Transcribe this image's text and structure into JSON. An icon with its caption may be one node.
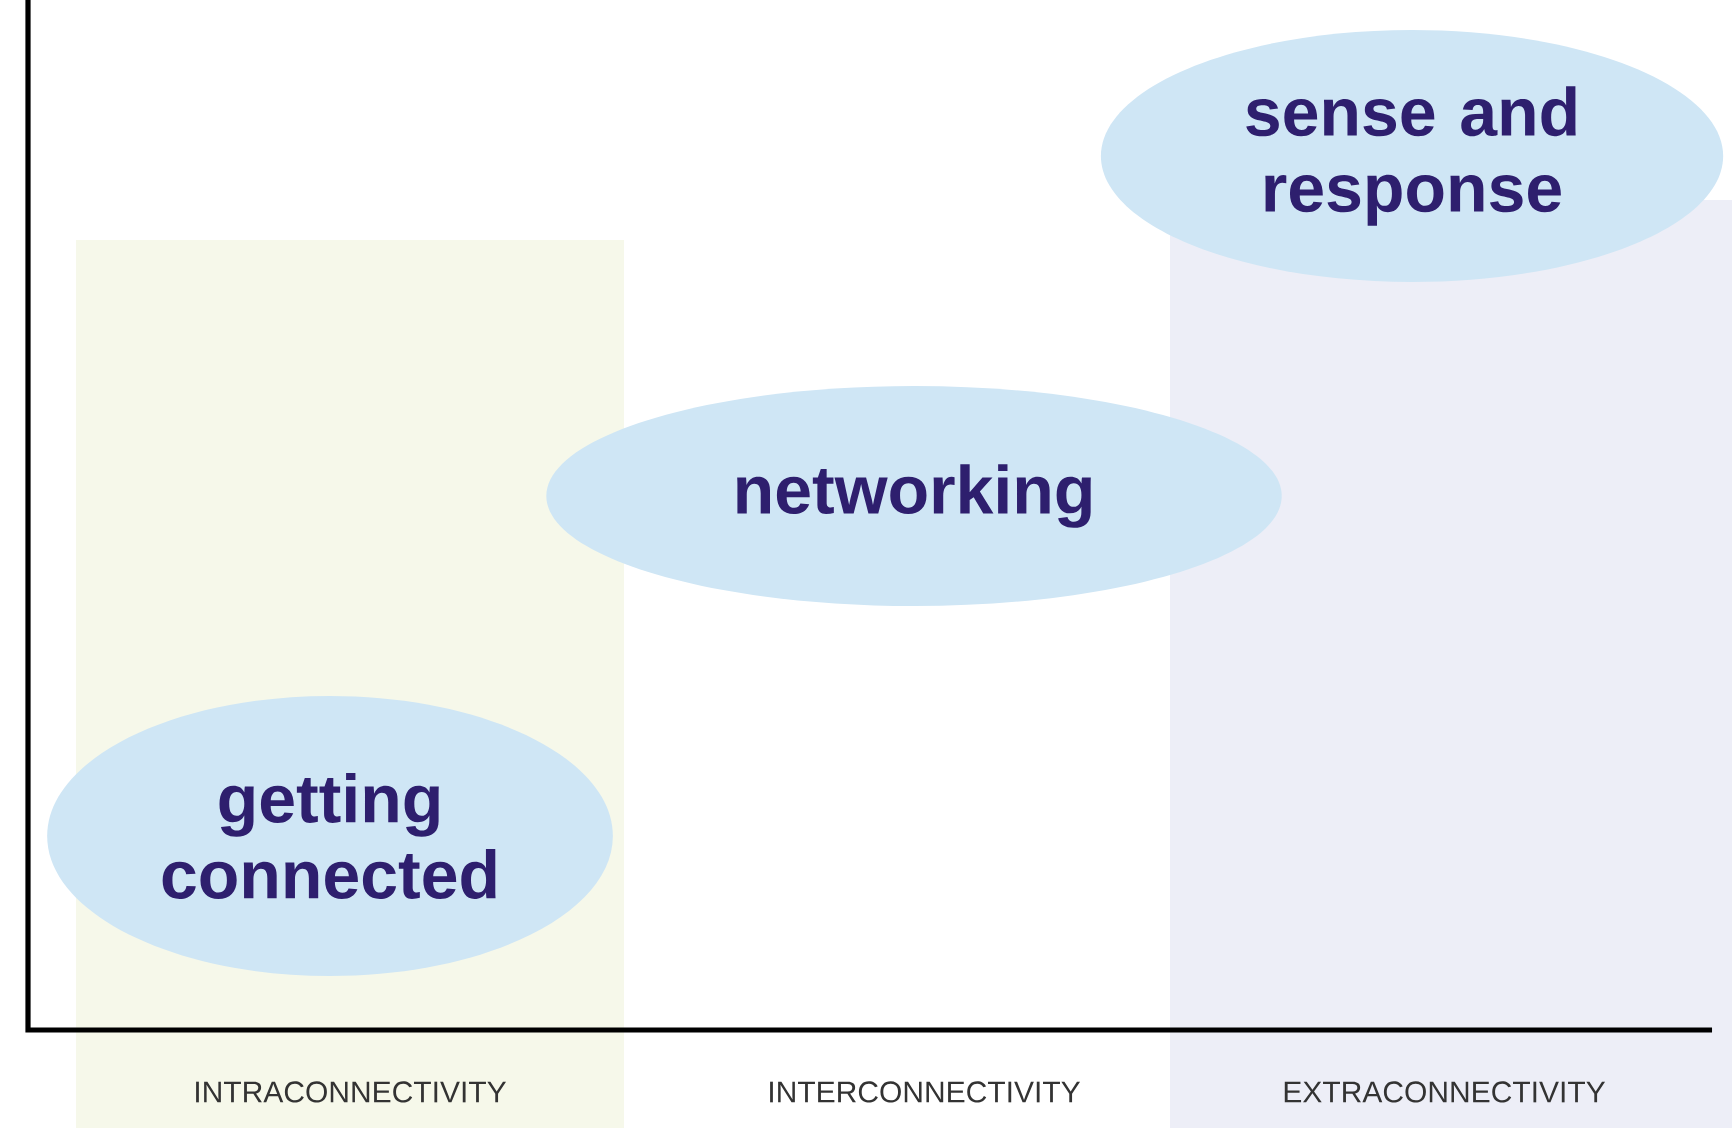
{
  "diagram": {
    "nodes": [
      {
        "text": [
          "getting connected"
        ]
      },
      {
        "text": [
          "networking"
        ]
      },
      {
        "text": [
          "sense and response"
        ]
      }
    ],
    "labels": [
      "INTRACONNECTIVITY",
      "INTERCONNECTIVITY",
      "EXTRACONNECTIVITY"
    ]
  }
}
